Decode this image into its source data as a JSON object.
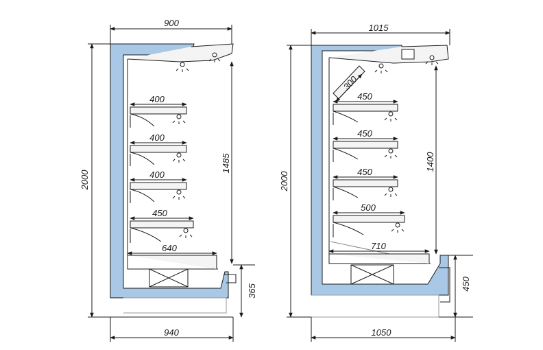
{
  "colors": {
    "insulation": "#a8c8e6",
    "line": "#1a1a1a",
    "background": "#ffffff"
  },
  "left_unit": {
    "top_width": "900",
    "height": "2000",
    "interior_height": "1485",
    "base_height": "365",
    "bottom_width": "940",
    "shelves": [
      "400",
      "400",
      "400",
      "450"
    ],
    "base_deck": "640"
  },
  "right_unit": {
    "top_width": "1015",
    "height": "2000",
    "interior_height": "1400",
    "base_height": "450",
    "bottom_width": "1050",
    "top_shelf": "300",
    "shelves": [
      "450",
      "450",
      "450",
      "500"
    ],
    "base_deck": "710"
  }
}
